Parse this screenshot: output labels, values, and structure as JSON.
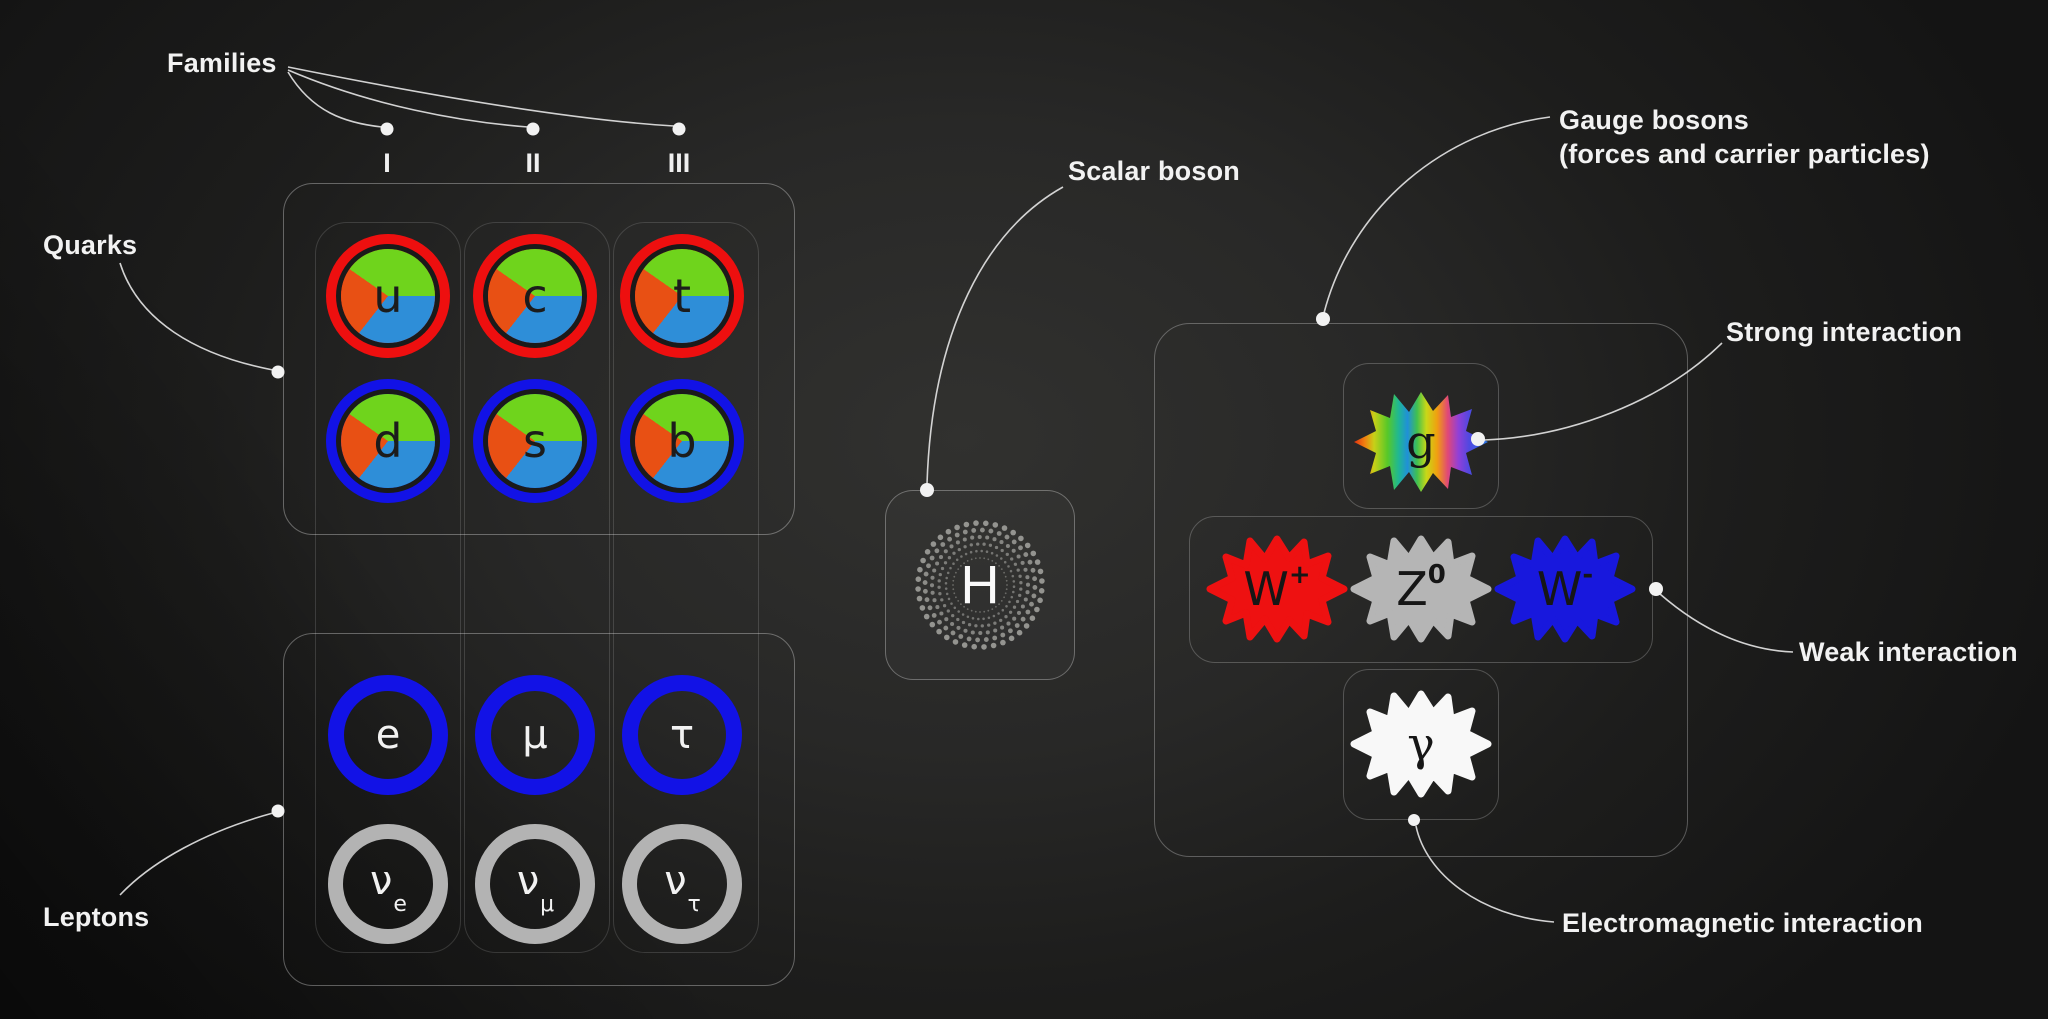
{
  "labels": {
    "families": "Families",
    "quarks": "Quarks",
    "leptons": "Leptons",
    "scalar_boson": "Scalar boson",
    "gauge_bosons_line1": "Gauge bosons",
    "gauge_bosons_line2": "(forces and carrier particles)",
    "strong": "Strong interaction",
    "weak": "Weak interaction",
    "electromagnetic": "Electromagnetic interaction"
  },
  "family_numerals": [
    "I",
    "II",
    "III"
  ],
  "particles": {
    "quarks": [
      {
        "symbol": "u"
      },
      {
        "symbol": "c"
      },
      {
        "symbol": "t"
      },
      {
        "symbol": "d"
      },
      {
        "symbol": "s"
      },
      {
        "symbol": "b"
      }
    ],
    "charged_leptons": [
      {
        "symbol": "e"
      },
      {
        "symbol": "μ"
      },
      {
        "symbol": "τ"
      }
    ],
    "neutrinos": [
      {
        "symbol": "ν",
        "subscript": "e"
      },
      {
        "symbol": "ν",
        "subscript": "μ"
      },
      {
        "symbol": "ν",
        "subscript": "τ"
      }
    ],
    "higgs": {
      "symbol": "H"
    },
    "bosons": {
      "gluon": {
        "symbol": "g"
      },
      "w_plus": {
        "symbol": "W",
        "superscript": "+"
      },
      "z_zero": {
        "symbol": "Z",
        "superscript": "0"
      },
      "w_minus": {
        "symbol": "W",
        "superscript": "-"
      },
      "photon": {
        "symbol": "γ"
      }
    }
  },
  "colors": {
    "background_center": "#31312f",
    "background_edge": "#141414",
    "label_text": "#f2f2f2",
    "up_quark_ring": "#ee0f0f",
    "down_quark_ring": "#1212e6",
    "color_charge_green": "#6fd41c",
    "color_charge_blue": "#2e8ed8",
    "color_charge_orange": "#e85014",
    "charged_lepton_ring": "#1212e6",
    "neutrino_ring": "#b3b3b3",
    "w_plus_fill": "#ee1111",
    "z_fill": "#b5b5b5",
    "w_minus_fill": "#1818dd",
    "photon_fill": "#f8f8f8",
    "higgs_dot": "#9c9c98"
  }
}
